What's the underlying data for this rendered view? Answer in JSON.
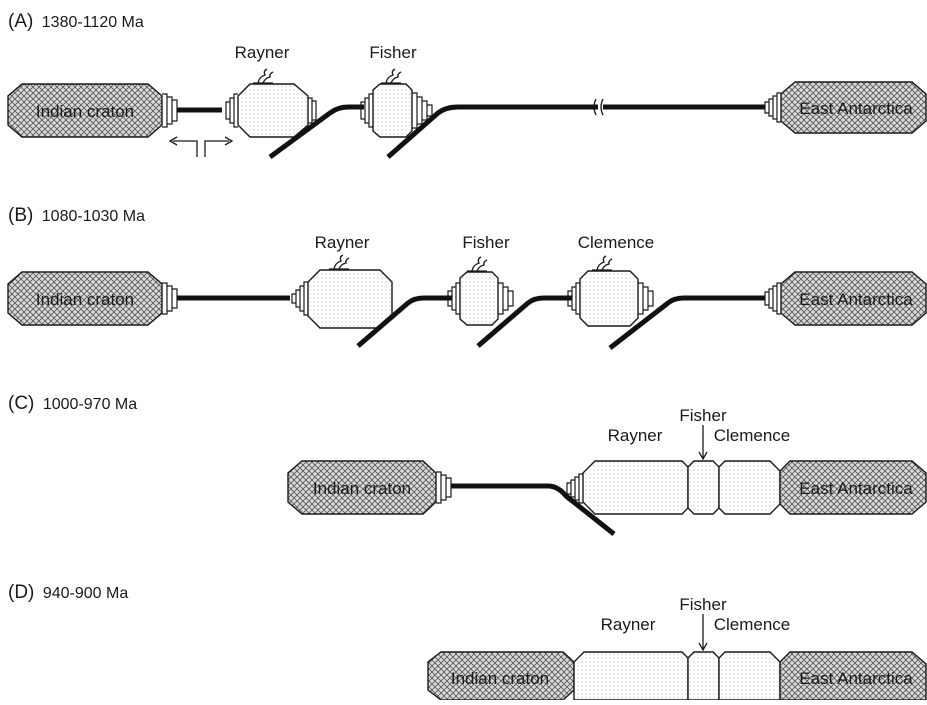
{
  "panels": [
    {
      "letter": "(A)",
      "age": "1380-1120 Ma"
    },
    {
      "letter": "(B)",
      "age": "1080-1030 Ma"
    },
    {
      "letter": "(C)",
      "age": "1000-970 Ma"
    },
    {
      "letter": "(D)",
      "age": "940-900 Ma"
    }
  ],
  "labels": {
    "indian_craton": "Indian craton",
    "east_antarctica": "East Antarctica",
    "rayner": "Rayner",
    "fisher": "Fisher",
    "clemence": "Clemence"
  },
  "icons": {
    "volcano": "volcano-icon",
    "rift_arrows": "divergence-arrows-icon",
    "axis_break": "break-symbol-icon"
  }
}
